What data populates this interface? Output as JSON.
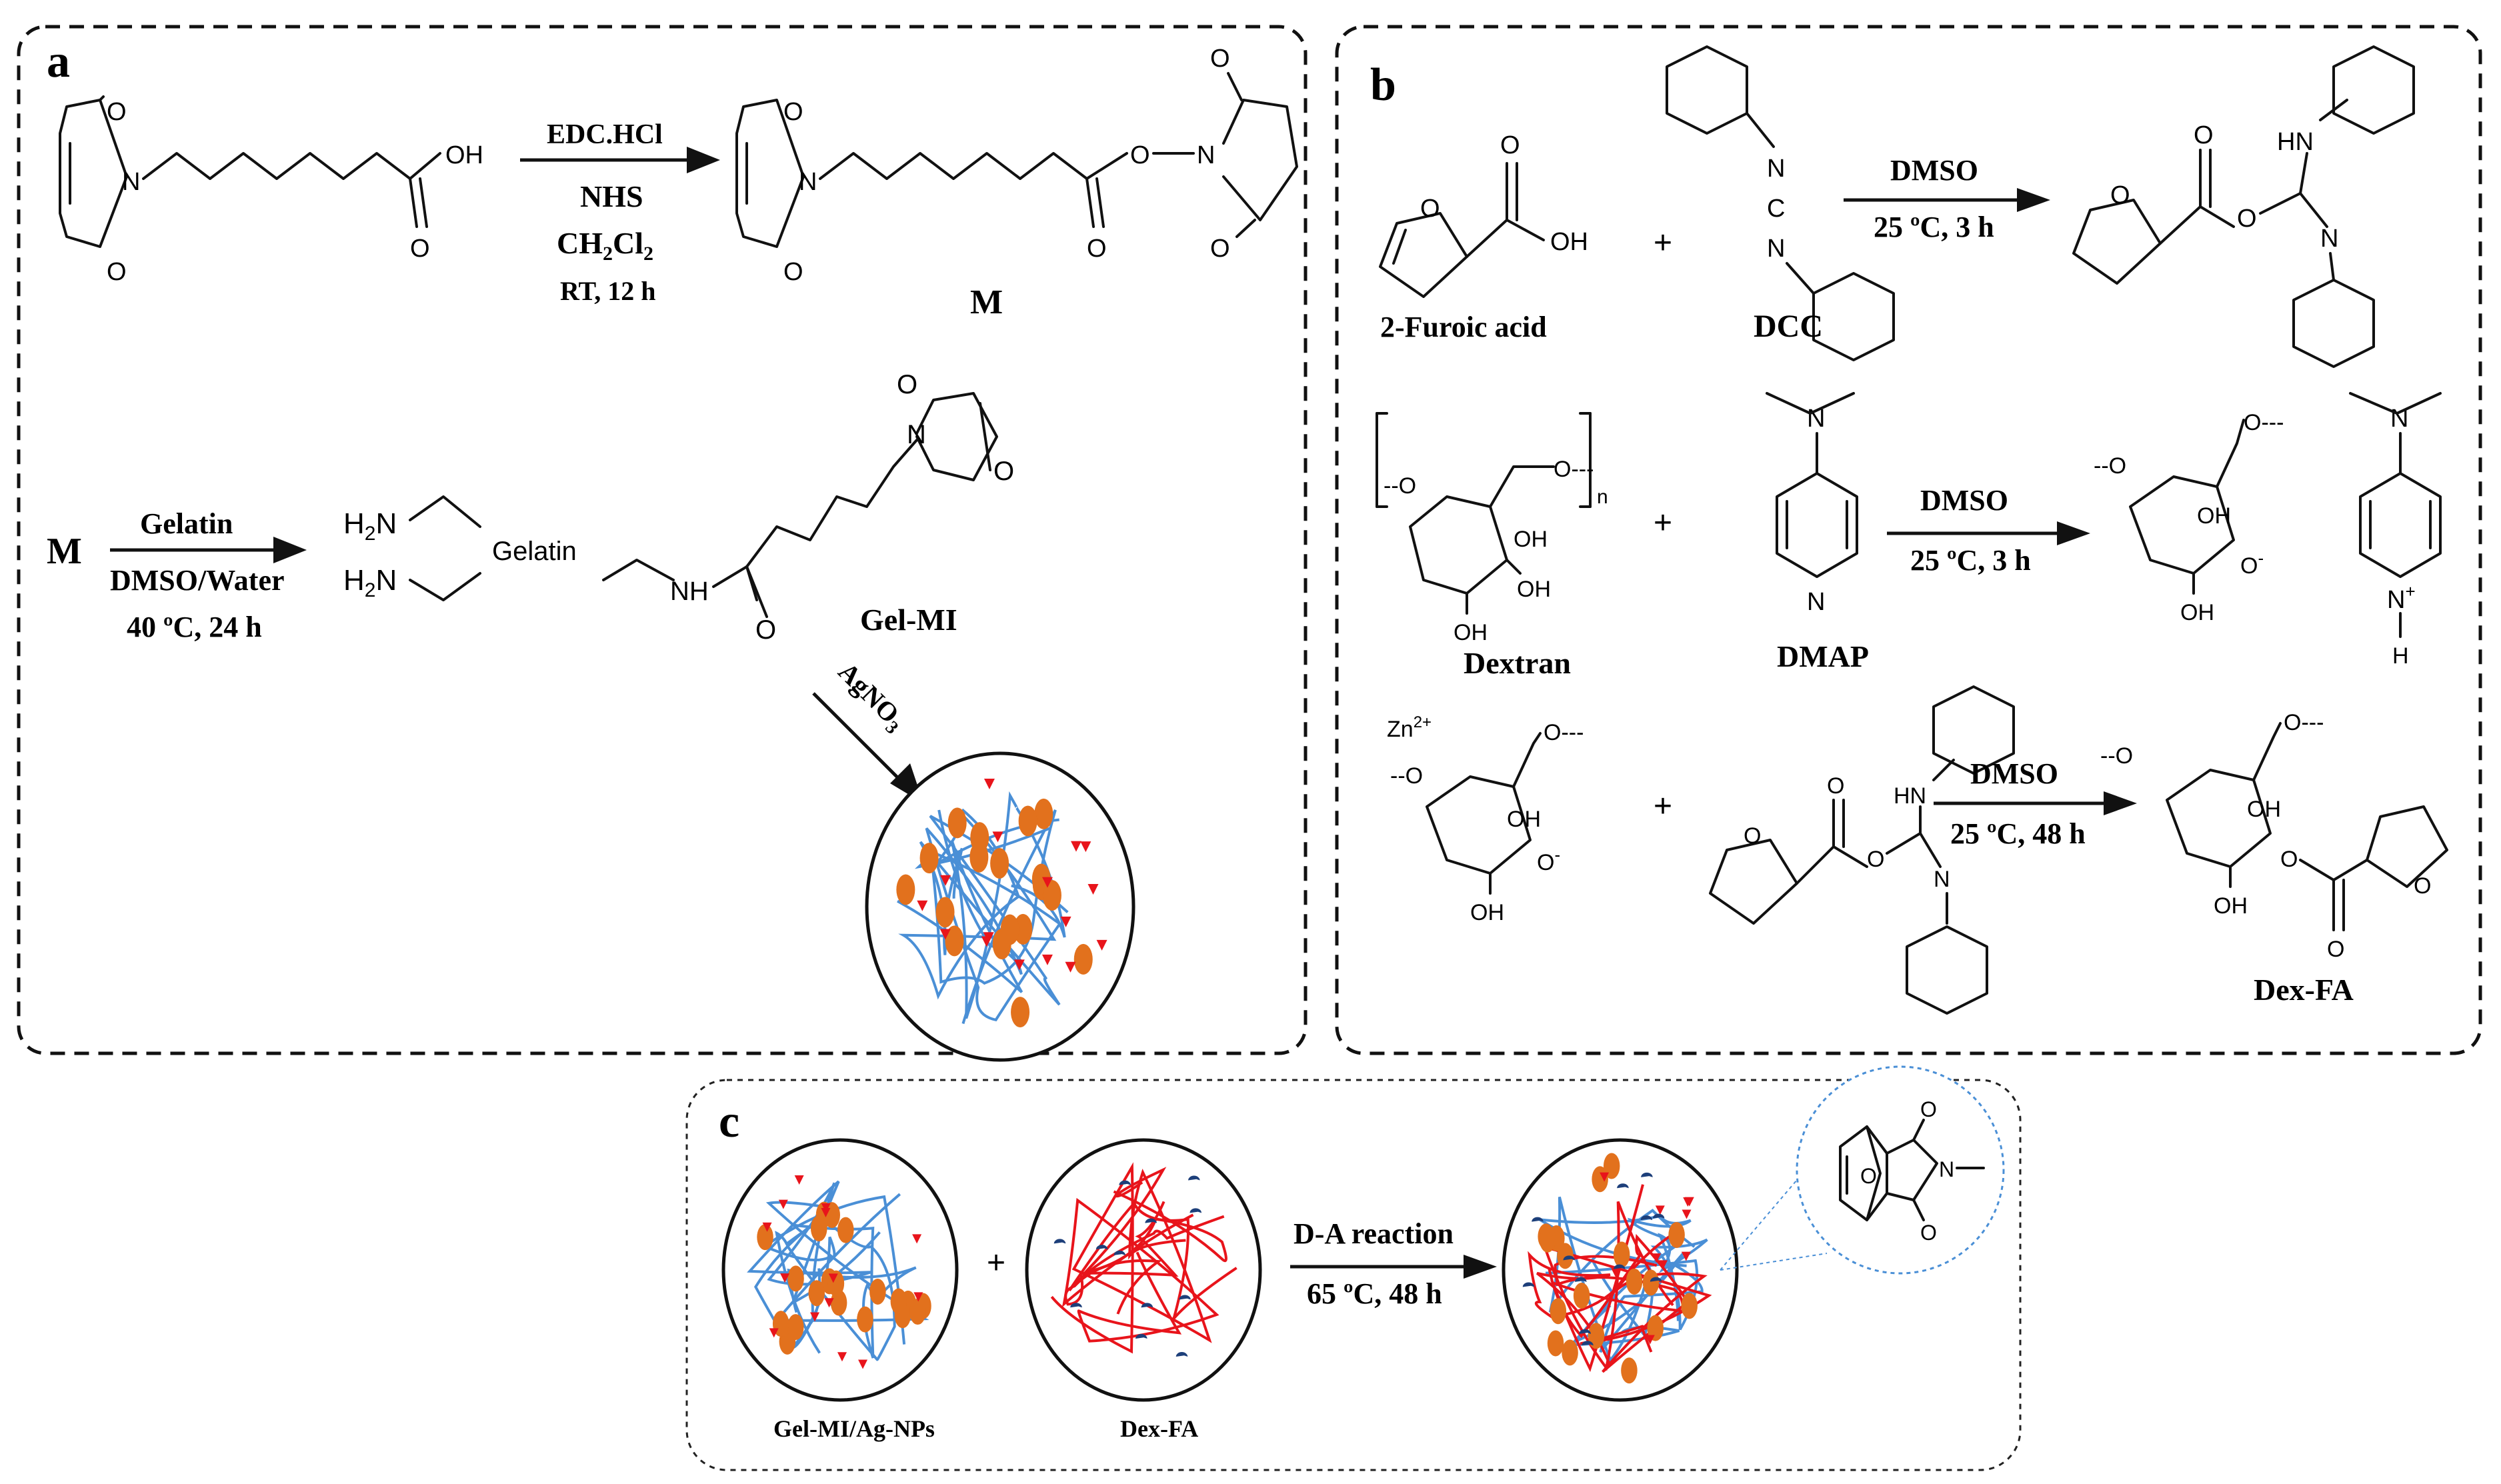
{
  "panels": {
    "a": {
      "label": "a",
      "step1": {
        "reagents": [
          "EDC.HCl",
          "NHS",
          "CH",
          "2",
          "Cl",
          "2",
          "RT, 12 h"
        ],
        "acid_oh": "OH",
        "ester_o": "O",
        "n_atom": "N",
        "o_atom": "O",
        "product_label": "M"
      },
      "step2": {
        "start": "M",
        "reagent_top": "Gelatin",
        "reagent_bottom": "DMSO/Water",
        "conditions": "40 ºC, 24 h",
        "gelatin_text": "Gelatin",
        "amine": "H",
        "amine_sub": "2",
        "amine_n": "N",
        "nh": "NH",
        "product_label": "Gel-MI"
      },
      "step3": {
        "reagent": "AgNO",
        "reagent_sub": "3"
      }
    },
    "b": {
      "label": "b",
      "row1": {
        "reactant1_label": "2-Furoic  acid",
        "oh": "OH",
        "plus": "+",
        "reactant2_label": "DCC",
        "n": "N",
        "c": "C",
        "solvent": "DMSO",
        "conditions": "25 ºC, 3 h",
        "hn": "HN",
        "o": "O"
      },
      "row2": {
        "reactant1_label": "Dextran",
        "n_sub": "n",
        "oh": "OH",
        "plus": "+",
        "reactant2_label": "DMAP",
        "solvent": "DMSO",
        "conditions": "25 ºC, 3 h",
        "o_minus": "O",
        "minus": "-",
        "n_plus": "N",
        "plus_sup": "+",
        "h": "H",
        "chain_o": "O---",
        "chain_o_left": "--O"
      },
      "row3": {
        "zn": "Zn",
        "zn_sup": "2+",
        "plus": "+",
        "solvent": "DMSO",
        "conditions": "25 ºC, 48 h",
        "product_label": "Dex-FA",
        "hn": "HN",
        "oh": "OH"
      }
    },
    "c": {
      "label": "c",
      "left_label": "Gel-MI/Ag-NPs",
      "middle_label": "Dex-FA",
      "plus": "+",
      "reaction": "D-A reaction",
      "conditions": "65 ºC, 48 h",
      "adduct_o": "O",
      "adduct_n": "N"
    }
  },
  "colors": {
    "nanoparticle": "#e2711d",
    "gelatin_chain": "#4a8fd6",
    "maleimide": "#e8141b",
    "dextran_chain": "#e8141b",
    "furan": "#1d3f7a"
  }
}
